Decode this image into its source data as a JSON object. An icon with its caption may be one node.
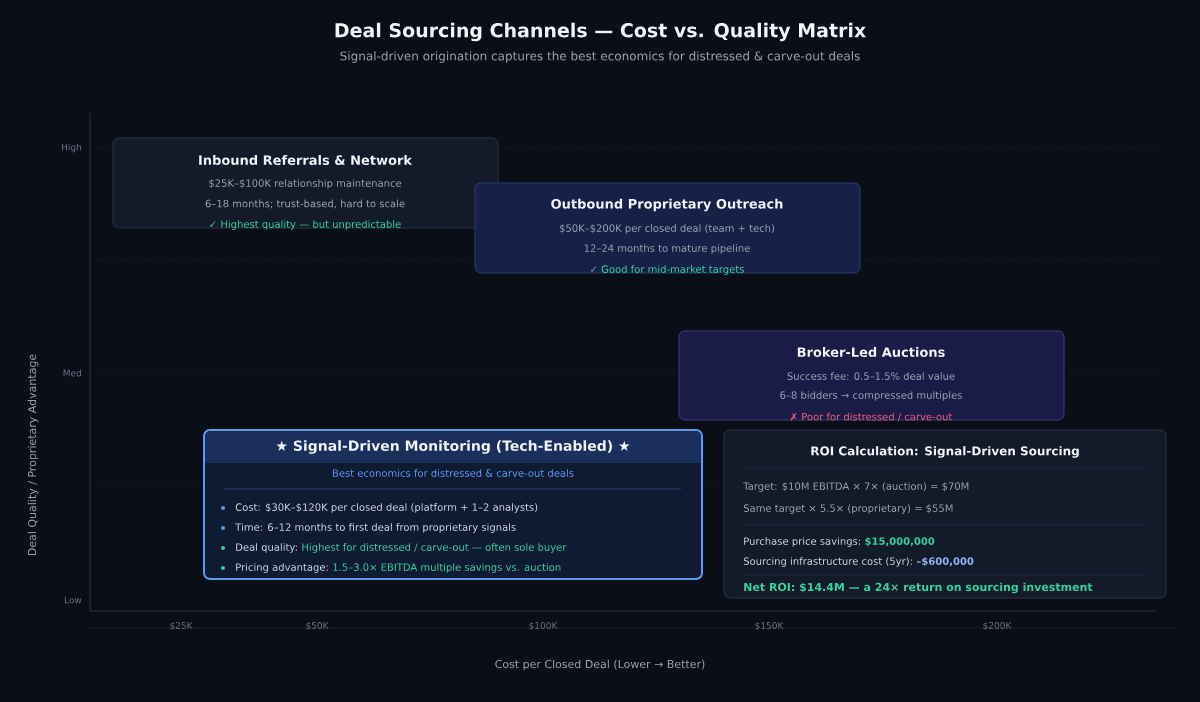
{
  "diagram": {
    "title": "Deal Sourcing Channels — Cost vs. Quality Matrix",
    "caption": "Signal-driven origination captures the best economics for distressed & carve-out deals",
    "nodes": [
      {
        "text": [
          "Inbound Referrals & Network",
          "$25K–$100K relationship maintenance",
          "6–18 months; trust-based, hard to scale",
          "✓ Highest quality — but unpredictable"
        ]
      },
      {
        "text": [
          "Outbound Proprietary Outreach",
          "$50K–$200K per closed deal (team + tech)",
          "12–24 months to mature pipeline",
          "✓ Good for mid-market targets"
        ]
      },
      {
        "text": [
          "Broker-Led Auctions",
          "Success fee: 0.5–1.5% deal value",
          "6–8 bidders → compressed multiples",
          "✗ Poor for distressed / carve-out"
        ]
      },
      {
        "text": [
          "★ Signal-Driven Monitoring (Tech-Enabled) ★",
          "Best economics for distressed & carve-out deals",
          "Cost: $30K–$120K per closed deal (platform + 1–2 analysts)",
          "Time: 6–12 months to first deal from proprietary signals",
          "Deal quality:",
          "Highest for distressed / carve-out — often sole buyer",
          "Pricing advantage:",
          "1.5–3.0× EBITDA multiple savings vs. auction"
        ]
      },
      {
        "text": [
          "ROI Calculation: Signal-Driven Sourcing",
          "Target: $10M EBITDA × 7× (auction) = $70M",
          "Same target × 5.5× (proprietary) = $55M",
          "Purchase price savings:",
          "$15,000,000",
          "Sourcing infrastructure cost (5yr):",
          "–$600,000",
          "Net ROI: $14.4M — a 24× return on sourcing investment"
        ]
      }
    ],
    "labels": [
      "High",
      "Med",
      "Low",
      "$25K",
      "$50K",
      "$100K",
      "$150K",
      "$200K",
      "Deal Quality / Proprietary Advantage",
      "Cost per Closed Deal (Lower → Better)"
    ]
  }
}
